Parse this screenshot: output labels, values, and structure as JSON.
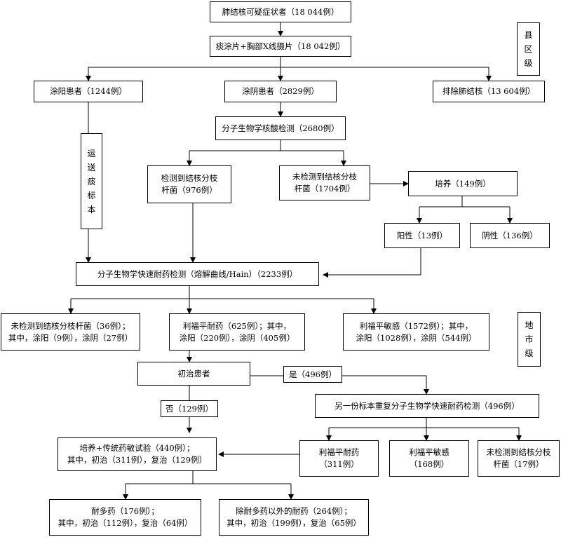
{
  "nodes": {
    "suspects": "肺结核可疑症状者（18 044例）",
    "smear_xray": "痰涂片+胸部X线摄片（18 042例）",
    "smear_positive": "涂阳患者（1244例）",
    "smear_negative": "涂阴患者（2829例）",
    "excluded": "排除肺结核（13 604例）",
    "molecular_test": "分子生物学核酸检测（2680例）",
    "mtb_detected": [
      "检测到结核分枝",
      "杆菌（976例）"
    ],
    "mtb_not_detected": [
      "未检测到结核分枝",
      "杆菌（1704例）"
    ],
    "culture": "培养（149例）",
    "culture_positive": "阳性（13例）",
    "culture_negative": "阴性（136例）",
    "rapid_dst": "分子生物学快速耐药检测（熔解曲线/Hain）（2233例）",
    "dst_not_detected": [
      "未检测到结核分枝杆菌（36例）；",
      "其中，涂阳（9例），涂阴（27例）"
    ],
    "rif_resistant": [
      "利福平耐药（625例）；其中，",
      "涂阳（220例），涂阴（405例）"
    ],
    "rif_sensitive": [
      "利福平敏感（1572例）；其中，",
      "涂阳（1028例），涂阴（544例）"
    ],
    "new_patients": "初治患者",
    "repeat_test": "另一份标本重复分子生物学快速耐药检测（496例）",
    "repeat_rif_resistant": [
      "利福平耐药",
      "（311例）"
    ],
    "repeat_rif_sensitive": [
      "利福平敏感",
      "（168例）"
    ],
    "repeat_not_detected": [
      "未检测到结核分枝",
      "杆菌（17例）"
    ],
    "culture_dst": [
      "培养+传统药敏试验（440例）；",
      "其中，初治（311例），复治（129例）"
    ],
    "mdr": [
      "耐多药（176例）；",
      "其中，初治（112例），复治（64例）"
    ],
    "non_mdr": [
      "除耐多药以外的耐药（264例）；",
      "其中，初治（199例），复治（65例）"
    ]
  },
  "vertical_labels": {
    "transport": [
      "运",
      "送",
      "痰",
      "标",
      "本"
    ],
    "county_level": [
      "县",
      "区",
      "级"
    ],
    "city_level": [
      "地",
      "市",
      "级"
    ]
  },
  "edge_labels": {
    "yes": "是（496例）",
    "no": "否（129例）"
  }
}
